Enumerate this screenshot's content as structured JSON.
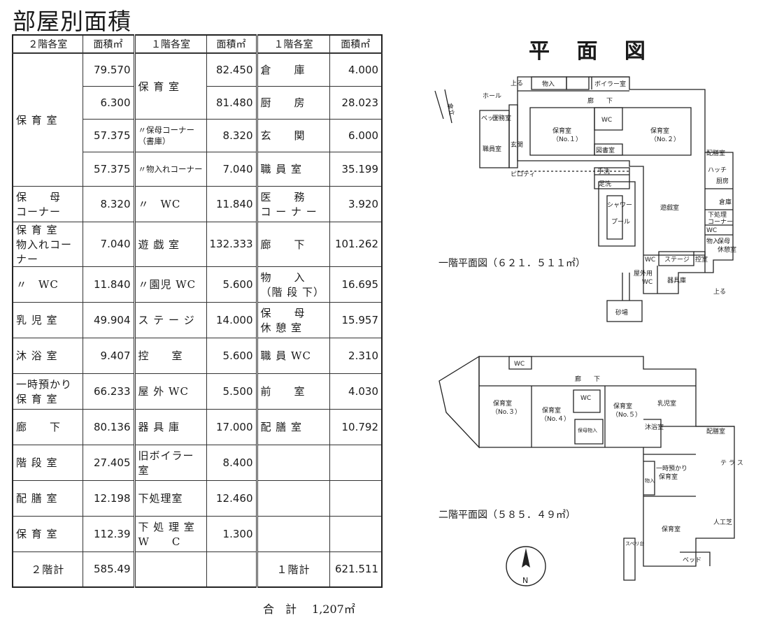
{
  "title": "部屋別面積",
  "headers": {
    "floor2_room": "２階各室",
    "floor2_area": "面積㎡",
    "floor1a_room": "１階各室",
    "floor1a_area": "面積㎡",
    "floor1b_room": "１階各室",
    "floor1b_area": "面積㎡"
  },
  "col1": {
    "hoiku_top": "保 育 室",
    "hoiku_values": [
      "79.570",
      "6.300",
      "57.375",
      "57.375"
    ],
    "rows": [
      {
        "name": "保　　母\nコーナー",
        "area": "8.320"
      },
      {
        "name": "保 育 室\n物入れコーナー",
        "area": "7.040"
      },
      {
        "name": "〃　WC",
        "area": "11.840"
      },
      {
        "name": "乳 児 室",
        "area": "49.904"
      },
      {
        "name": "沐 浴 室",
        "area": "9.407"
      },
      {
        "name": "一時預かり\n保 育 室",
        "area": "66.233"
      },
      {
        "name": "廊　　下",
        "area": "80.136"
      },
      {
        "name": "階 段 室",
        "area": "27.405"
      },
      {
        "name": "配 膳 室",
        "area": "12.198"
      },
      {
        "name": "保 育 室",
        "area": "112.39"
      }
    ],
    "total_label": "２階計",
    "total_value": "585.49"
  },
  "col2": {
    "hoiku_name": "保 育 室",
    "hoiku_values": [
      "82.450",
      "81.480"
    ],
    "rows": [
      {
        "name": "〃保母コーナー\n（書庫）",
        "area": "8.320"
      },
      {
        "name": "〃物入れコーナー",
        "area": "7.040"
      },
      {
        "name": "〃　WC",
        "area": "11.840"
      },
      {
        "name": "遊 戯 室",
        "area": "132.333"
      },
      {
        "name": "〃園児 WC",
        "area": "5.600"
      },
      {
        "name": "ス テ ー ジ",
        "area": "14.000"
      },
      {
        "name": "控　　室",
        "area": "5.600"
      },
      {
        "name": "屋 外 WC",
        "area": "5.500"
      },
      {
        "name": "器 具 庫",
        "area": "17.000"
      },
      {
        "name": "旧ボイラー室",
        "area": "8.400"
      },
      {
        "name": "下処理室",
        "area": "12.460"
      },
      {
        "name": "下 処 理 室\nW　　C",
        "area": "1.300"
      }
    ]
  },
  "col3": {
    "rows": [
      {
        "name": "倉　　庫",
        "area": "4.000"
      },
      {
        "name": "厨　　房",
        "area": "28.023"
      },
      {
        "name": "玄　　関",
        "area": "6.000"
      },
      {
        "name": "職 員 室",
        "area": "35.199"
      },
      {
        "name": "医　　務\nコ ー ナ ー",
        "area": "3.920"
      },
      {
        "name": "廊　　下",
        "area": "101.262"
      },
      {
        "name": "物　　入\n（階 段 下）",
        "area": "16.695"
      },
      {
        "name": "保　　母\n休 憩 室",
        "area": "15.957"
      },
      {
        "name": "職 員 WC",
        "area": "2.310"
      },
      {
        "name": "前　　室",
        "area": "4.030"
      },
      {
        "name": "配 膳 室",
        "area": "10.792"
      }
    ],
    "total_label": "１階計",
    "total_value": "621.511"
  },
  "grand_total": {
    "label": "合　計",
    "value": "1,207㎡"
  },
  "plan_title": "平 面 図",
  "floor1_label": "一階平面図（６２１．５１１㎡）",
  "floor2_label": "二階平面図（５８５．４９㎡）",
  "plan1_labels": {
    "up1": "上る",
    "monoire": "物入",
    "boiler": "ボイラー室",
    "hall": "ホール",
    "rouka": "廊　　下",
    "bed": "ベッド",
    "imu": "医務室",
    "hoiku1": "保育室",
    "no1": "（No.１）",
    "hoiku2": "保育室",
    "no2": "（No.２）",
    "wc": "WC",
    "toshoshitsu": "図書室",
    "genkan": "玄関",
    "shokuin": "職員室",
    "pilotis": "ピロティ",
    "tearai": "手洗",
    "ashiarai": "足洗",
    "shower": "シャワー",
    "pool": "プール",
    "yugi": "遊戯室",
    "haizen": "配膳室",
    "hatch": "ハッチ",
    "chubo": "厨房",
    "soko": "倉庫",
    "shitashori": "下処理",
    "corner": "コーナー",
    "wc2": "WC",
    "monoire2": "物入",
    "hobo": "保母",
    "kyukei": "休憩室",
    "wc3": "WC",
    "stage": "ステージ",
    "hikae": "控室",
    "okugai": "屋外用",
    "okugai_wc": "WC",
    "kigu": "器具庫",
    "up2": "上る",
    "sunaba": "砂場",
    "gate": "傘立"
  },
  "plan2_labels": {
    "wc": "WC",
    "rouka": "廊　　下",
    "hoiku3": "保育室",
    "no3": "（No.３）",
    "hoiku4": "保育室",
    "no4": "（No.４）",
    "wc2": "WC",
    "hoiku5": "保育室",
    "no5": "（No.５）",
    "nyuji": "乳児室",
    "mokuyoku": "沐浴室",
    "hobo_monoire": "保母物入",
    "haizen": "配膳室",
    "terrace": "テ\nラ\nス",
    "jinko": "人工芝",
    "ichiji": "一時預かり",
    "ichiji2": "保育室",
    "monoire": "物入",
    "hoiku": "保育室",
    "suberi": "スベリ台",
    "bed": "ベッド",
    "north": "N"
  }
}
